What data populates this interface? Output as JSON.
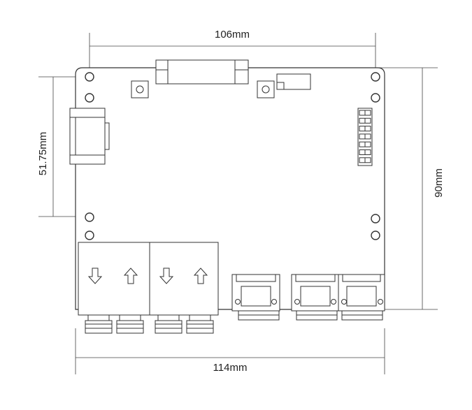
{
  "dimensions": {
    "top_width": "106mm",
    "bottom_width": "114mm",
    "left_height": "51.75mm",
    "right_height": "90mm"
  },
  "icons": {
    "arrow_down": "arrow-down-icon",
    "arrow_up": "arrow-up-icon"
  },
  "colors": {
    "line": "#333333",
    "background": "#ffffff"
  }
}
